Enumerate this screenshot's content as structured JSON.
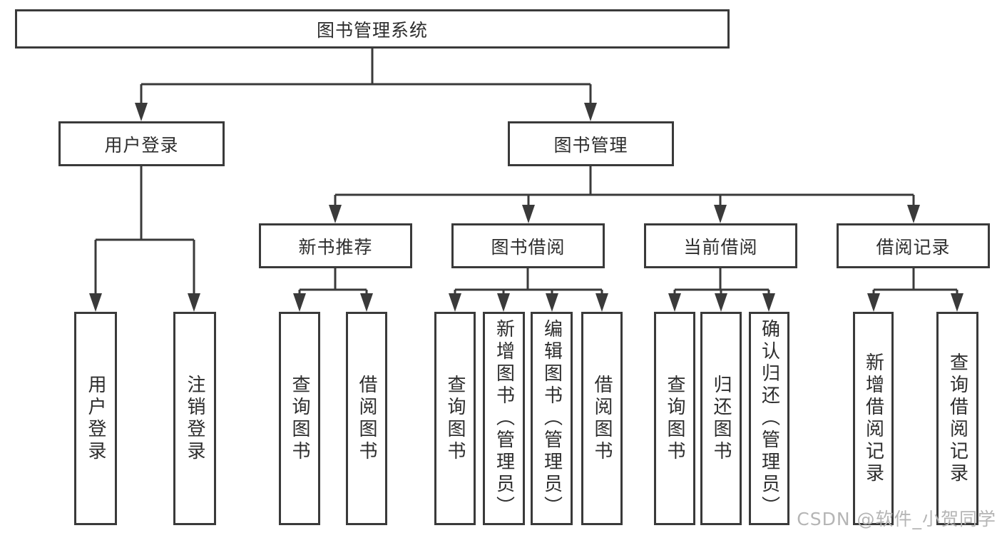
{
  "colors": {
    "line": "#3a3a3a",
    "box_border": "#3a3a3a",
    "text": "#2d2d2d",
    "watermark": "#b5b5b5",
    "background": "#ffffff"
  },
  "watermark": {
    "text": "CSDN @软件_小贺同学"
  },
  "tree": {
    "label": "图书管理系统",
    "children": [
      {
        "label": "用户登录",
        "children": [
          {
            "label": "用户登录"
          },
          {
            "label": "注销登录"
          }
        ]
      },
      {
        "label": "图书管理",
        "children": [
          {
            "label": "新书推荐",
            "children": [
              {
                "label": "查询图书"
              },
              {
                "label": "借阅图书"
              }
            ]
          },
          {
            "label": "图书借阅",
            "children": [
              {
                "label": "查询图书"
              },
              {
                "label": "新增图书（管理员）"
              },
              {
                "label": "编辑图书（管理员）"
              },
              {
                "label": "借阅图书"
              }
            ]
          },
          {
            "label": "当前借阅",
            "children": [
              {
                "label": "查询图书"
              },
              {
                "label": "归还图书"
              },
              {
                "label": "确认归还（管理员）"
              }
            ]
          },
          {
            "label": "借阅记录",
            "children": [
              {
                "label": "新增借阅记录"
              },
              {
                "label": "查询借阅记录"
              }
            ]
          }
        ]
      }
    ]
  }
}
